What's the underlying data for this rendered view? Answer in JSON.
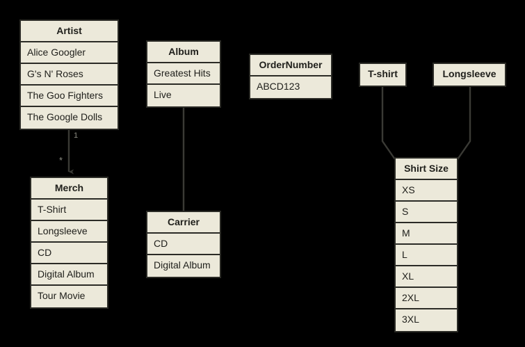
{
  "diagram": {
    "type": "entity-relationship-diagram",
    "background_color": "#000000",
    "box_fill_color": "#ece9da",
    "box_border_color": "#2b2b26",
    "text_color": "#20201c",
    "connector_color": "#3a3a35",
    "label_color": "#8e8e84",
    "entities": [
      {
        "id": "artist",
        "title": "Artist",
        "rows": [
          "Alice Googler",
          "G's N' Roses",
          "The Goo Fighters",
          "The Google Dolls"
        ]
      },
      {
        "id": "merch",
        "title": "Merch",
        "rows": [
          "T-Shirt",
          "Longsleeve",
          "CD",
          "Digital Album",
          "Tour Movie"
        ]
      },
      {
        "id": "album",
        "title": "Album",
        "rows": [
          "Greatest Hits",
          "Live"
        ]
      },
      {
        "id": "carrier",
        "title": "Carrier",
        "rows": [
          "CD",
          "Digital Album"
        ]
      },
      {
        "id": "ordernumber",
        "title": "OrderNumber",
        "rows": [
          "ABCD123"
        ]
      },
      {
        "id": "tshirt",
        "title": "T-shirt",
        "rows": []
      },
      {
        "id": "longsleeve",
        "title": "Longsleeve",
        "rows": []
      },
      {
        "id": "shirtsize",
        "title": "Shirt Size",
        "rows": [
          "XS",
          "S",
          "M",
          "L",
          "XL",
          "2XL",
          "3XL"
        ]
      }
    ],
    "relationships": [
      {
        "id": "artist-merch",
        "from": "artist",
        "to": "merch",
        "style": "arrow",
        "source_multiplicity": "1",
        "target_multiplicity": "*"
      },
      {
        "id": "album-carrier",
        "from": "album",
        "to": "carrier",
        "style": "line",
        "source_multiplicity": "",
        "target_multiplicity": ""
      },
      {
        "id": "tshirt-shirtsize",
        "from": "tshirt",
        "to": "shirtsize",
        "style": "line",
        "source_multiplicity": "",
        "target_multiplicity": ""
      },
      {
        "id": "longsleeve-shirtsize",
        "from": "longsleeve",
        "to": "shirtsize",
        "style": "line",
        "source_multiplicity": "",
        "target_multiplicity": ""
      }
    ]
  }
}
